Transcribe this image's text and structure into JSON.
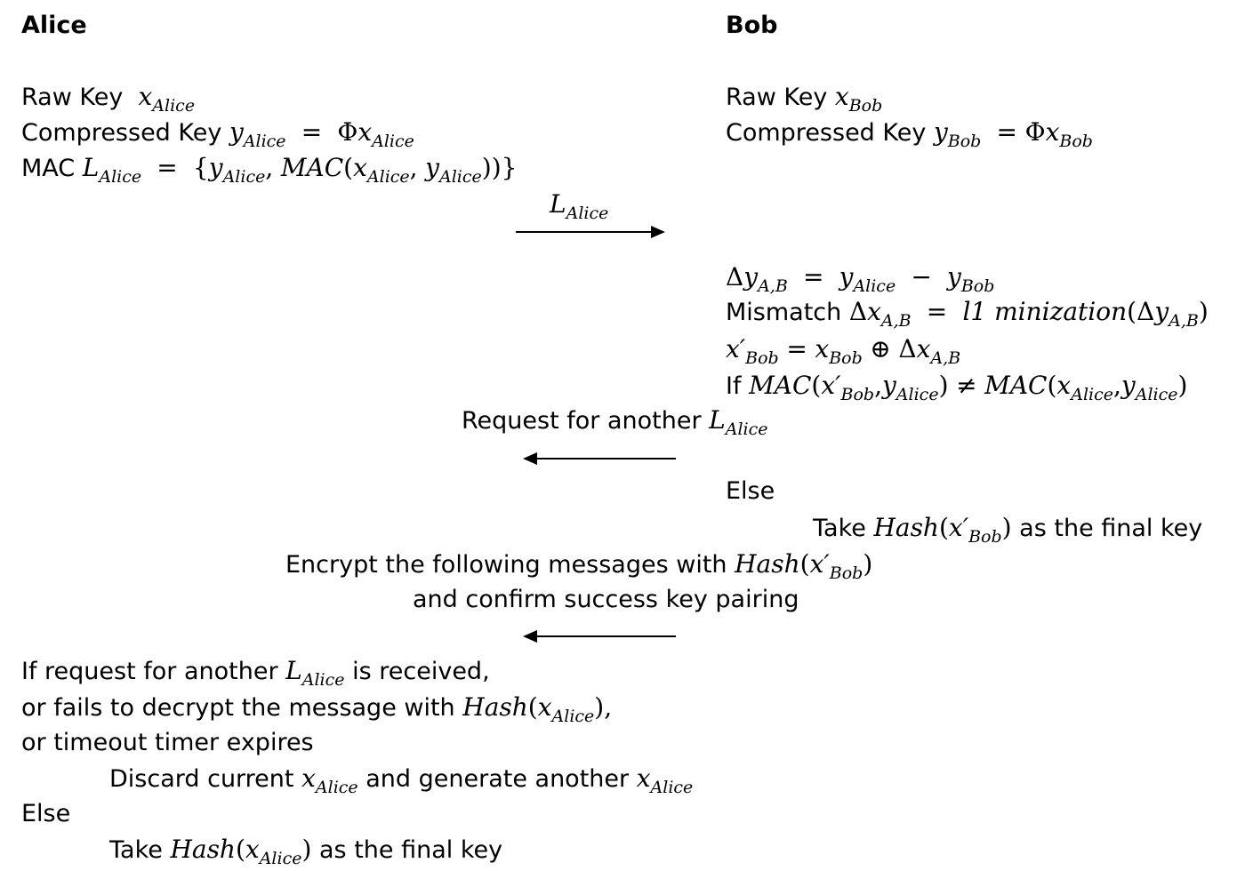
{
  "alice": {
    "heading": "Alice",
    "raw_key": {
      "label": "Raw Key",
      "var": "x",
      "sub": "Alice"
    },
    "compressed_key": {
      "label": "Compressed Key",
      "y": "y",
      "y_sub": "Alice",
      "eq": "=",
      "phi": "Φ",
      "x": "x",
      "x_sub": "Alice"
    },
    "mac": {
      "label": "MAC",
      "L": "L",
      "L_sub": "Alice",
      "eq": "=",
      "open": "{",
      "y": "y",
      "y_sub": "Alice",
      "sep": ",",
      "fn": "MAC",
      "paren_open": "(",
      "x": "x",
      "x_sub": "Alice",
      "y2": "y",
      "y2_sub": "Alice",
      "paren_close": "))",
      "close": "}"
    },
    "final": {
      "line1": {
        "pre": "If request for another",
        "L": "L",
        "L_sub": "Alice",
        "post": "is received,"
      },
      "line2": {
        "pre": "or fails to decrypt the message with",
        "fn": "Hash",
        "open": "(",
        "x": "x",
        "x_sub": "Alice",
        "close": "),"
      },
      "line3": {
        "text": "or timeout timer expires"
      },
      "line4": {
        "pre": "Discard current",
        "x": "x",
        "x_sub": "Alice",
        "mid": "and generate another",
        "x2": "x",
        "x2_sub": "Alice"
      },
      "line5": {
        "text": "Else"
      },
      "line6": {
        "pre": "Take",
        "fn": "Hash",
        "open": "(",
        "x": "x",
        "x_sub": "Alice",
        "close": ")",
        "post": "as the final key"
      }
    }
  },
  "bob": {
    "heading": "Bob",
    "raw_key": {
      "label": "Raw Key",
      "var": "x",
      "sub": "Bob"
    },
    "compressed_key": {
      "label": "Compressed Key",
      "y": "y",
      "y_sub": "Bob",
      "eq": "=",
      "phi": "Φ",
      "x": "x",
      "x_sub": "Bob"
    },
    "delta_y": {
      "delta": "Δ",
      "y": "y",
      "y_sub": "A,B",
      "eq": "=",
      "y1": "y",
      "y1_sub": "Alice",
      "minus": "−",
      "y2": "y",
      "y2_sub": "Bob"
    },
    "mismatch": {
      "label": "Mismatch",
      "delta": "Δ",
      "x": "x",
      "x_sub": "A,B",
      "eq": "=",
      "fn": "l1 minization",
      "open": "(",
      "delta2": "Δ",
      "y": "y",
      "y_sub": "A,B",
      "close": ")"
    },
    "x_prime": {
      "x": "x′",
      "x_sub": "Bob",
      "eq": "=",
      "x2": "x",
      "x2_sub": "Bob",
      "xor": "⊕",
      "delta": "Δ",
      "x3": "x",
      "x3_sub": "A,B"
    },
    "if_mac": {
      "pre": "If",
      "fn": "MAC",
      "open": "(",
      "x": "x′",
      "x_sub": "Bob",
      "sep": ",",
      "y": "y",
      "y_sub": "Alice",
      "close": ")",
      "neq": "≠",
      "fn2": "MAC",
      "open2": "(",
      "x2": "x",
      "x2_sub": "Alice",
      "sep2": ",",
      "y2": "y",
      "y2_sub": "Alice",
      "close2": ")"
    },
    "else": "Else",
    "take": {
      "pre": "Take",
      "fn": "Hash",
      "open": "(",
      "x": "x′",
      "x_sub": "Bob",
      "close": ")",
      "post": "as the final key"
    }
  },
  "messages": {
    "m1": {
      "L": "L",
      "L_sub": "Alice"
    },
    "m2": {
      "pre": "Request for another",
      "L": "L",
      "L_sub": "Alice"
    },
    "m3": {
      "line1": {
        "pre": "Encrypt the following messages with",
        "fn": "Hash",
        "open": "(",
        "x": "x′",
        "x_sub": "Bob",
        "close": ")"
      },
      "line2": {
        "text": "and confirm success key pairing"
      }
    }
  }
}
